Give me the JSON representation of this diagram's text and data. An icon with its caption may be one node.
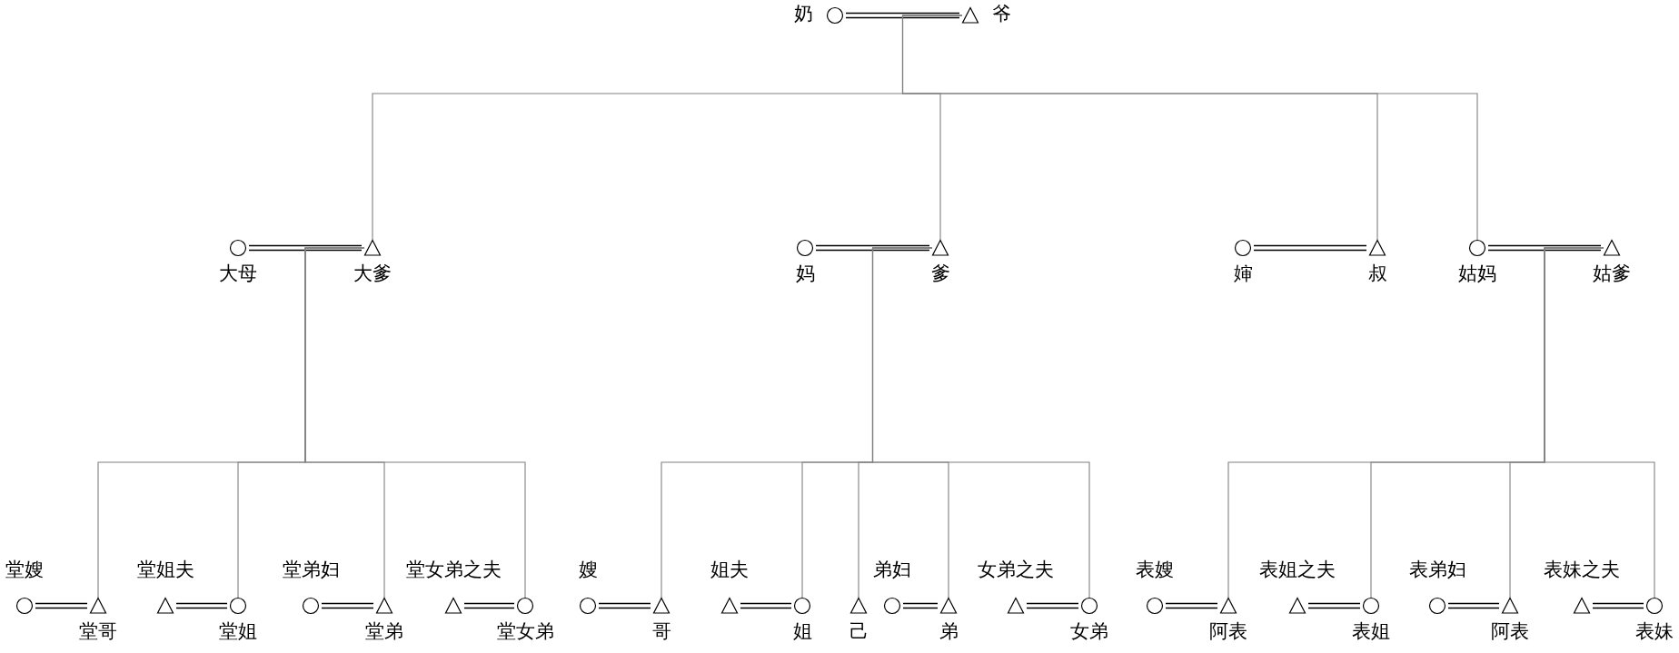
{
  "diagram": {
    "nodes": [
      {
        "text": [],
        "shape": "circle",
        "beside": [
          "奶"
        ]
      },
      {
        "text": [],
        "shape": "triangle",
        "beside": [
          "爷"
        ]
      },
      {
        "text": [],
        "shape": "circle",
        "beside": [
          "大母"
        ]
      },
      {
        "text": [],
        "shape": "triangle",
        "beside": [
          "大爹"
        ]
      },
      {
        "text": [],
        "shape": "circle",
        "beside": [
          "妈"
        ]
      },
      {
        "text": [],
        "shape": "triangle",
        "beside": [
          "爹"
        ]
      },
      {
        "text": [],
        "shape": "circle",
        "beside": [
          "婶"
        ]
      },
      {
        "text": [],
        "shape": "triangle",
        "beside": [
          "叔"
        ]
      },
      {
        "text": [],
        "shape": "circle",
        "beside": [
          "姑妈"
        ]
      },
      {
        "text": [],
        "shape": "triangle",
        "beside": [
          "姑爹"
        ]
      },
      {
        "text": [],
        "shape": "circle",
        "beside": [
          "堂嫂"
        ]
      },
      {
        "text": [],
        "shape": "triangle",
        "beside": [
          "堂哥"
        ]
      },
      {
        "text": [],
        "shape": "triangle",
        "beside": [
          "堂姐夫"
        ]
      },
      {
        "text": [],
        "shape": "circle",
        "beside": [
          "堂姐"
        ]
      },
      {
        "text": [],
        "shape": "circle",
        "beside": [
          "堂弟妇"
        ]
      },
      {
        "text": [],
        "shape": "triangle",
        "beside": [
          "堂弟"
        ]
      },
      {
        "text": [],
        "shape": "triangle",
        "beside": [
          "堂女弟之夫"
        ]
      },
      {
        "text": [],
        "shape": "circle",
        "beside": [
          "堂女弟"
        ]
      },
      {
        "text": [],
        "shape": "circle",
        "beside": [
          "嫂"
        ]
      },
      {
        "text": [],
        "shape": "triangle",
        "beside": [
          "哥"
        ]
      },
      {
        "text": [],
        "shape": "triangle",
        "beside": [
          "姐夫"
        ]
      },
      {
        "text": [],
        "shape": "circle",
        "beside": [
          "姐"
        ]
      },
      {
        "text": [],
        "shape": "triangle",
        "beside": [
          "己"
        ]
      },
      {
        "text": [],
        "shape": "circle",
        "beside": [
          "弟妇"
        ]
      },
      {
        "text": [],
        "shape": "triangle",
        "beside": [
          "弟"
        ]
      },
      {
        "text": [],
        "shape": "triangle",
        "beside": [
          "女弟之夫"
        ]
      },
      {
        "text": [],
        "shape": "circle",
        "beside": [
          "女弟"
        ]
      },
      {
        "text": [],
        "shape": "circle",
        "beside": [
          "表嫂"
        ]
      },
      {
        "text": [],
        "shape": "triangle",
        "beside": [
          "阿表"
        ]
      },
      {
        "text": [],
        "shape": "triangle",
        "beside": [
          "表姐之夫"
        ]
      },
      {
        "text": [],
        "shape": "circle",
        "beside": [
          "表姐"
        ]
      },
      {
        "text": [],
        "shape": "circle",
        "beside": [
          "表弟妇"
        ]
      },
      {
        "text": [],
        "shape": "triangle",
        "beside": [
          "阿表"
        ]
      },
      {
        "text": [],
        "shape": "triangle",
        "beside": [
          "表妹之夫"
        ]
      },
      {
        "text": [],
        "shape": "circle",
        "beside": [
          "表妹"
        ]
      }
    ],
    "edges": [
      {
        "from": 0,
        "to": 1,
        "arrow": "none"
      },
      {
        "from": 2,
        "to": 3,
        "arrow": "none"
      },
      {
        "from": 4,
        "to": 5,
        "arrow": "none"
      },
      {
        "from": 6,
        "to": 7,
        "arrow": "none"
      },
      {
        "from": 8,
        "to": 9,
        "arrow": "none"
      },
      {
        "from": 10,
        "to": 11,
        "arrow": "none"
      },
      {
        "from": 12,
        "to": 13,
        "arrow": "none"
      },
      {
        "from": 14,
        "to": 15,
        "arrow": "none"
      },
      {
        "from": 16,
        "to": 17,
        "arrow": "none"
      },
      {
        "from": 18,
        "to": 19,
        "arrow": "none"
      },
      {
        "from": 20,
        "to": 21,
        "arrow": "none"
      },
      {
        "from": 23,
        "to": 24,
        "arrow": "none"
      },
      {
        "from": 25,
        "to": 26,
        "arrow": "none"
      },
      {
        "from": 27,
        "to": 28,
        "arrow": "none"
      },
      {
        "from": 29,
        "to": 30,
        "arrow": "none"
      },
      {
        "from": 31,
        "to": 32,
        "arrow": "none"
      },
      {
        "from": 33,
        "to": 34,
        "arrow": "none"
      },
      {
        "from": 1,
        "to": 3,
        "arrow": "none",
        "color": "#808080"
      },
      {
        "from": 1,
        "to": 5,
        "arrow": "none",
        "color": "#808080"
      },
      {
        "from": 1,
        "to": 7,
        "arrow": "none",
        "color": "#808080"
      },
      {
        "from": 1,
        "to": 8,
        "arrow": "none",
        "color": "#808080"
      },
      {
        "from": 3,
        "to": 11,
        "arrow": "none",
        "color": "#808080"
      },
      {
        "from": 3,
        "to": 13,
        "arrow": "none",
        "color": "#808080"
      },
      {
        "from": 3,
        "to": 15,
        "arrow": "none",
        "color": "#808080"
      },
      {
        "from": 3,
        "to": 17,
        "arrow": "none",
        "color": "#808080"
      },
      {
        "from": 5,
        "to": 19,
        "arrow": "none",
        "color": "#808080"
      },
      {
        "from": 5,
        "to": 21,
        "arrow": "none",
        "color": "#808080"
      },
      {
        "from": 5,
        "to": 22,
        "arrow": "none",
        "color": "#808080"
      },
      {
        "from": 5,
        "to": 24,
        "arrow": "none",
        "color": "#808080"
      },
      {
        "from": 5,
        "to": 26,
        "arrow": "none",
        "color": "#808080"
      },
      {
        "from": 9,
        "to": 28,
        "arrow": "none",
        "color": "#808080"
      },
      {
        "from": 9,
        "to": 30,
        "arrow": "none",
        "color": "#808080"
      },
      {
        "from": 9,
        "to": 32,
        "arrow": "none",
        "color": "#808080"
      },
      {
        "from": 9,
        "to": 34,
        "arrow": "none",
        "color": "#808080"
      }
    ]
  }
}
